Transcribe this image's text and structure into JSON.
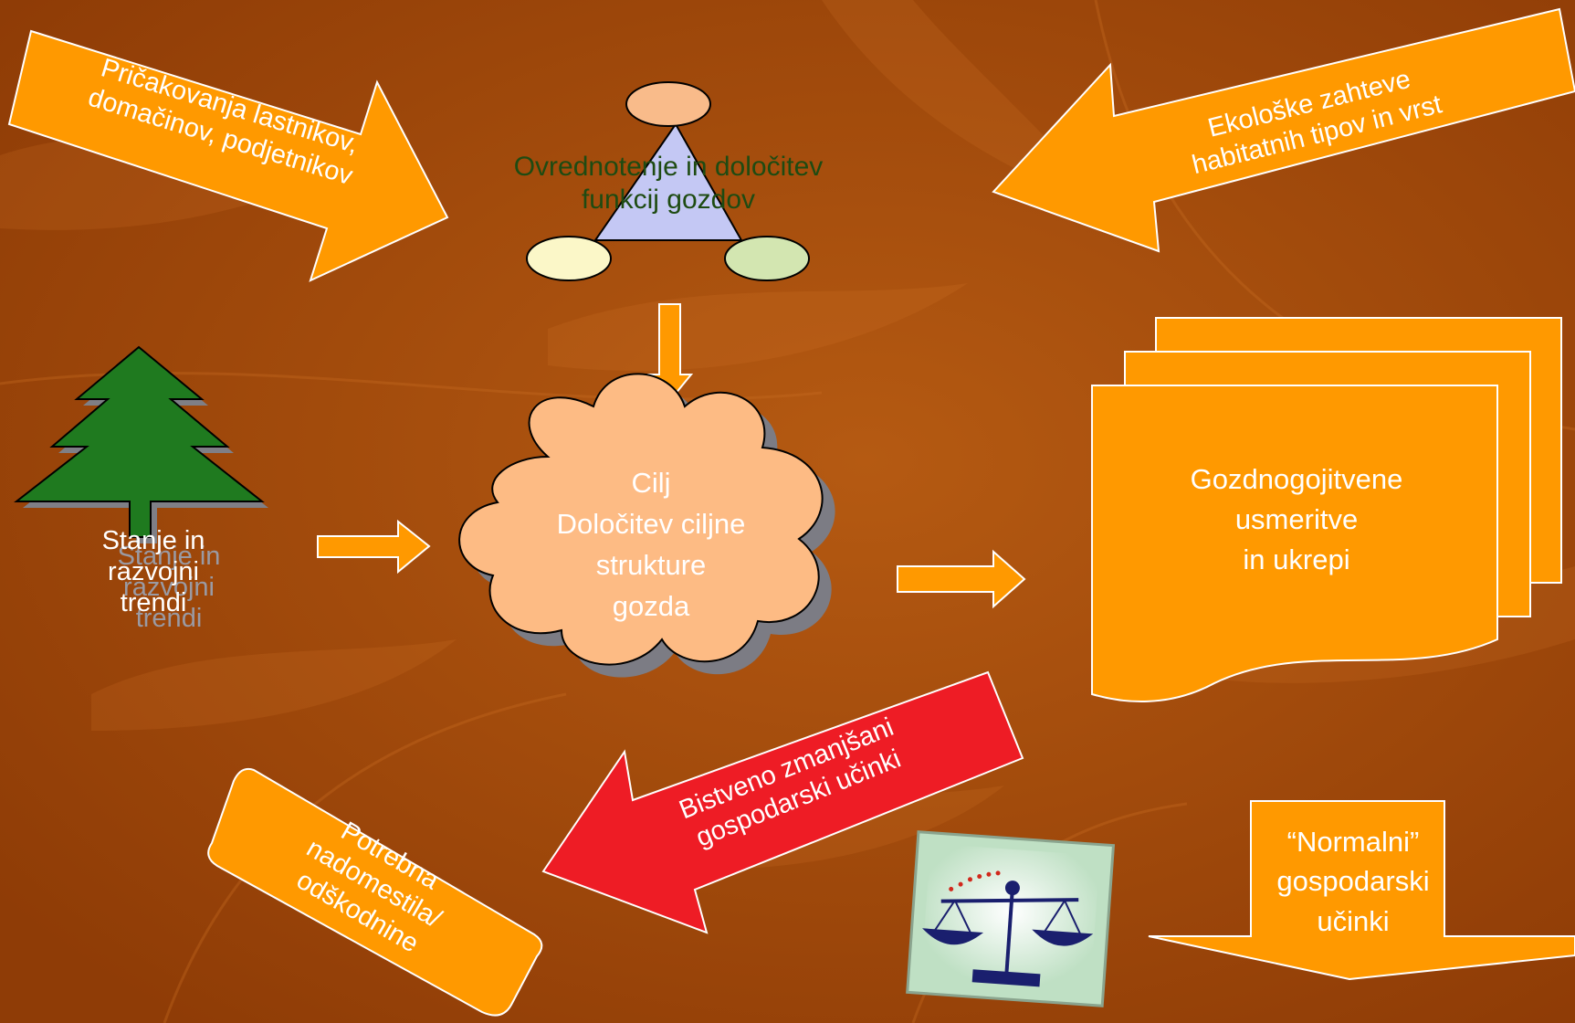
{
  "colors": {
    "background": "#a54a0c",
    "arrow_orange": "#ff9900",
    "arrow_red": "#ee1c25",
    "tree_green": "#1f7a1f",
    "triangle": "#c4c8f4",
    "oval_top": "#f9bb8a",
    "oval_left": "#fbf7c8",
    "oval_right": "#d3e6b1",
    "cloud": "#fdbb84",
    "dark_green_text": "#1e4b12"
  },
  "arrows": {
    "owners": [
      "Pričakovanja lastnikov,",
      "domačinov, podjetnikov"
    ],
    "ecological": [
      "Ekološke zahteve",
      "habitatnih tipov in vrst"
    ],
    "reduced": [
      "Bistveno zmanjšani",
      "gospodarski učinki"
    ],
    "normal": [
      "“Normalni”",
      "gospodarski",
      "učinki"
    ]
  },
  "functions": [
    "Ovrednotenje in določitev",
    "funkcij gozdov"
  ],
  "tree": [
    "Stanje in",
    "razvojni",
    "trendi"
  ],
  "goal": [
    "Cilj",
    "Določitev ciljne",
    "strukture",
    "gozda"
  ],
  "measures": [
    "Gozdnogojitvene",
    "usmeritve",
    "in ukrepi"
  ],
  "compensation": [
    "Potrebna",
    "nadomestila/",
    "odškodnine"
  ],
  "icons": [
    "triangle-ovals-icon",
    "tree-icon",
    "cloud-icon",
    "documents-icon",
    "scales-icon"
  ]
}
